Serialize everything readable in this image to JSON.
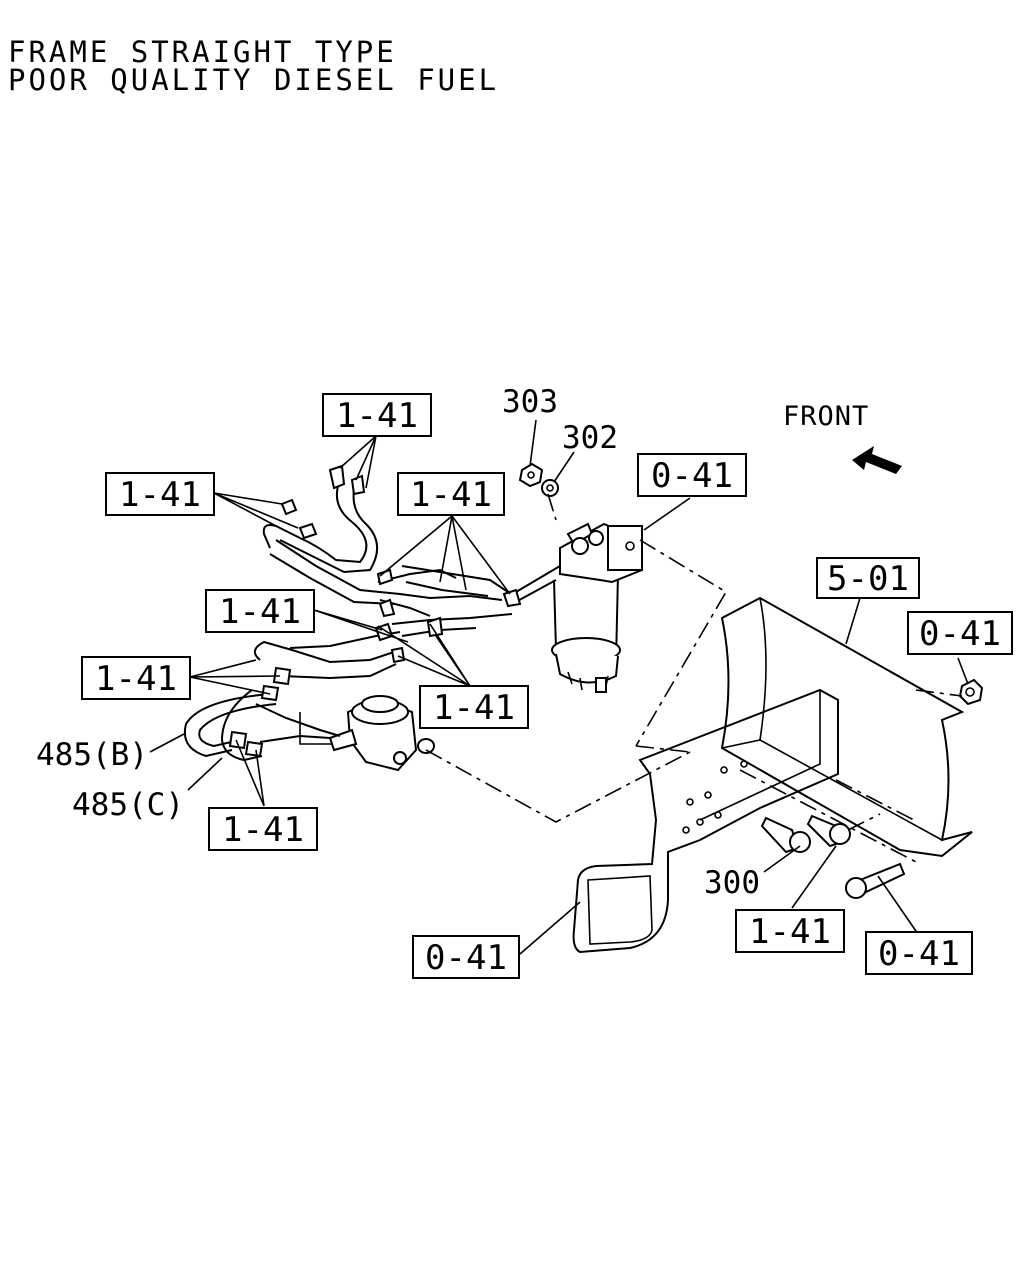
{
  "title": {
    "line1": "FRAME STRAIGHT TYPE",
    "line2": "POOR QUALITY DIESEL FUEL"
  },
  "direction": {
    "label": "FRONT",
    "icon": "arrow-left-icon"
  },
  "callouts": {
    "c1": "1-41",
    "c2": "1-41",
    "c3": "1-41",
    "c4": "0-41",
    "c5": "1-41",
    "c6": "1-41",
    "c7": "1-41",
    "c8": "5-01",
    "c9": "0-41",
    "c10": "1-41",
    "c11": "0-41",
    "c12": "1-41",
    "c13": "0-41"
  },
  "part_numbers": {
    "p303": "303",
    "p302": "302",
    "p485b": "485(B)",
    "p485c": "485(C)",
    "p300": "300"
  }
}
